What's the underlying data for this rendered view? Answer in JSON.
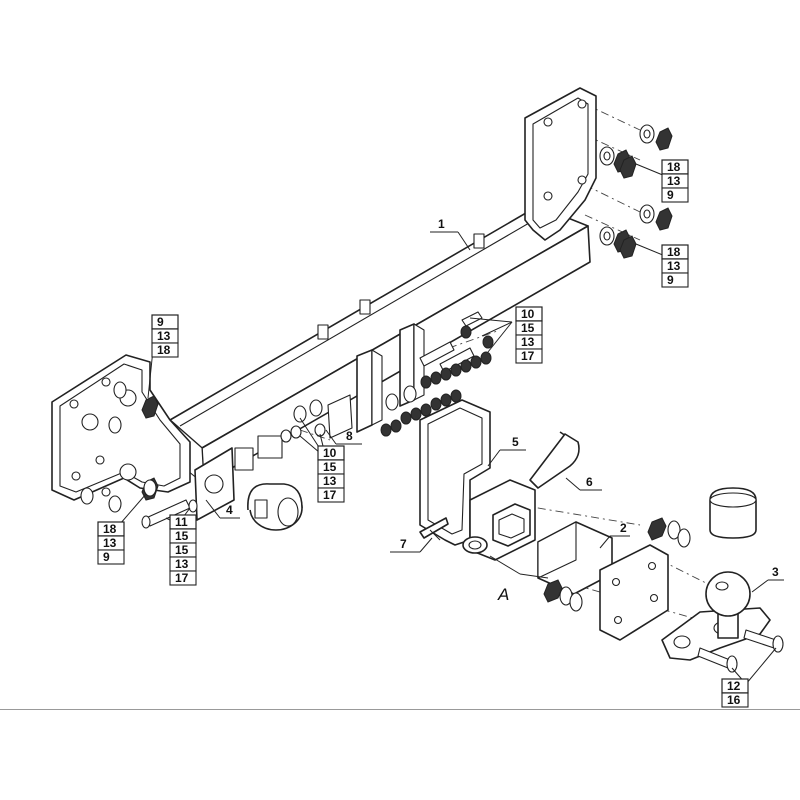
{
  "labels": {
    "part_1": "1",
    "part_2": "2",
    "part_3": "3",
    "part_4": "4",
    "part_5": "5",
    "part_6": "6",
    "part_7": "7",
    "part_8": "8",
    "detail_a": "A"
  },
  "stacks": {
    "upper_right_top": [
      "18",
      "13",
      "9"
    ],
    "upper_right_bottom": [
      "18",
      "13",
      "9"
    ],
    "left_top": [
      "9",
      "13",
      "18"
    ],
    "left_bottom": [
      "18",
      "13",
      "9"
    ],
    "mid_top": [
      "10",
      "15",
      "13",
      "17"
    ],
    "mid_low": [
      "10",
      "15",
      "13",
      "17"
    ],
    "left_low": [
      "11",
      "15",
      "15",
      "13",
      "17"
    ],
    "bottom_right": [
      "12",
      "16"
    ]
  },
  "colors": {
    "line": "#222222",
    "background": "#ffffff"
  }
}
